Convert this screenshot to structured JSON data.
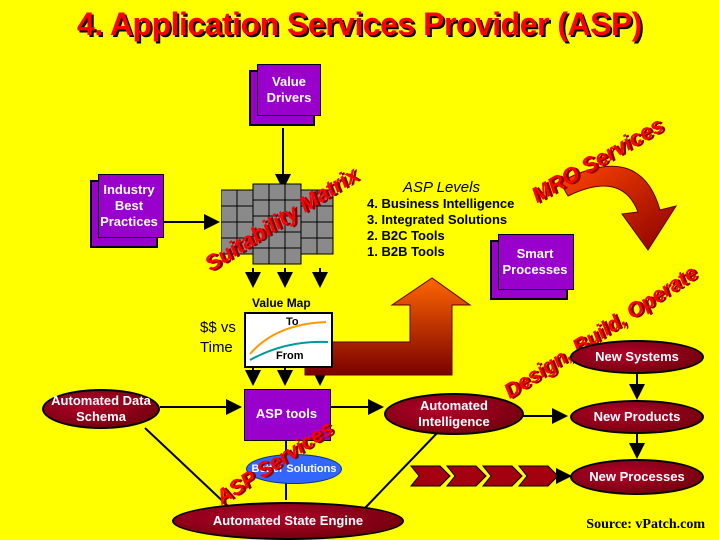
{
  "title": "4. Application Services Provider (ASP)",
  "boxes": {
    "value_drivers": "Value Drivers",
    "industry_best_practices": "Industry Best Practices",
    "smart_processes": "Smart Processes",
    "asp_tools": "ASP tools"
  },
  "labels": {
    "suitability_matrix": "Suitability Matrix",
    "mro_services": "MRO Services",
    "design_build_operate": "Design, Build, Operate",
    "asp_services": "ASP Services",
    "value_map": "Value Map",
    "dollars_vs_time": "$$ vs Time",
    "to": "To",
    "from": "From"
  },
  "asp_levels": {
    "heading": "ASP Levels",
    "items": [
      "4.  Business Intelligence",
      "3.  Integrated Solutions",
      "2.  B2C Tools",
      "1.  B2B Tools"
    ]
  },
  "ovals": {
    "automated_data_schema": "Automated Data Schema",
    "automated_intelligence": "Automated Intelligence",
    "automated_state_engine": "Automated State Engine",
    "better_solutions": "Better Solutions",
    "new_systems": "New Systems",
    "new_products": "New Products",
    "new_processes": "New Processes"
  },
  "source": "Source:  vPatch.com",
  "colors": {
    "background": "#ffff00",
    "title": "#ff0000",
    "box": "#9900cc",
    "oval": "#8b0015",
    "better_solutions": "#3366ff"
  }
}
